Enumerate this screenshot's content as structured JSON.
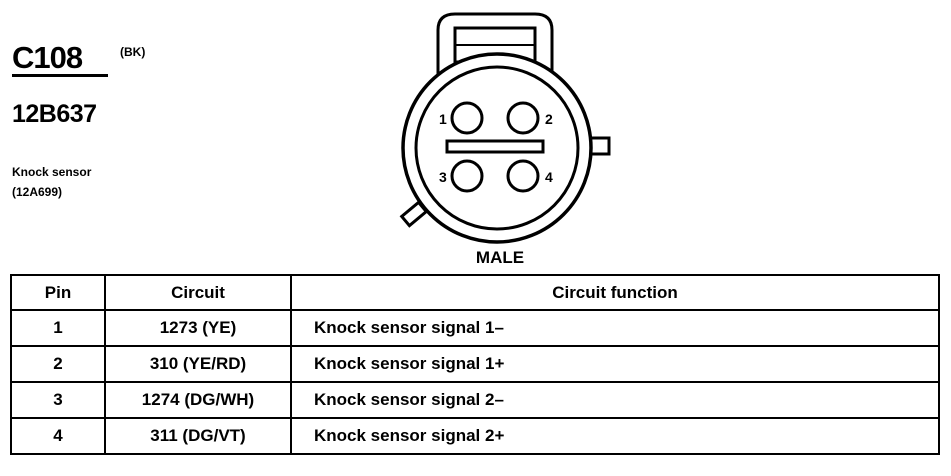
{
  "connector": {
    "id": "C108",
    "color_code": "(BK)",
    "part_number": "12B637",
    "component": "Knock sensor",
    "component_part": "(12A699)",
    "gender": "MALE",
    "pin_labels": [
      "1",
      "2",
      "3",
      "4"
    ]
  },
  "table": {
    "headers": [
      "Pin",
      "Circuit",
      "Circuit function"
    ],
    "rows": [
      {
        "pin": "1",
        "circuit": "1273 (YE)",
        "function": "Knock sensor  signal 1–"
      },
      {
        "pin": "2",
        "circuit": "310 (YE/RD)",
        "function": "Knock sensor  signal 1+"
      },
      {
        "pin": "3",
        "circuit": "1274 (DG/WH)",
        "function": "Knock sensor  signal 2–"
      },
      {
        "pin": "4",
        "circuit": "311 (DG/VT)",
        "function": "Knock sensor  signal 2+"
      }
    ]
  }
}
